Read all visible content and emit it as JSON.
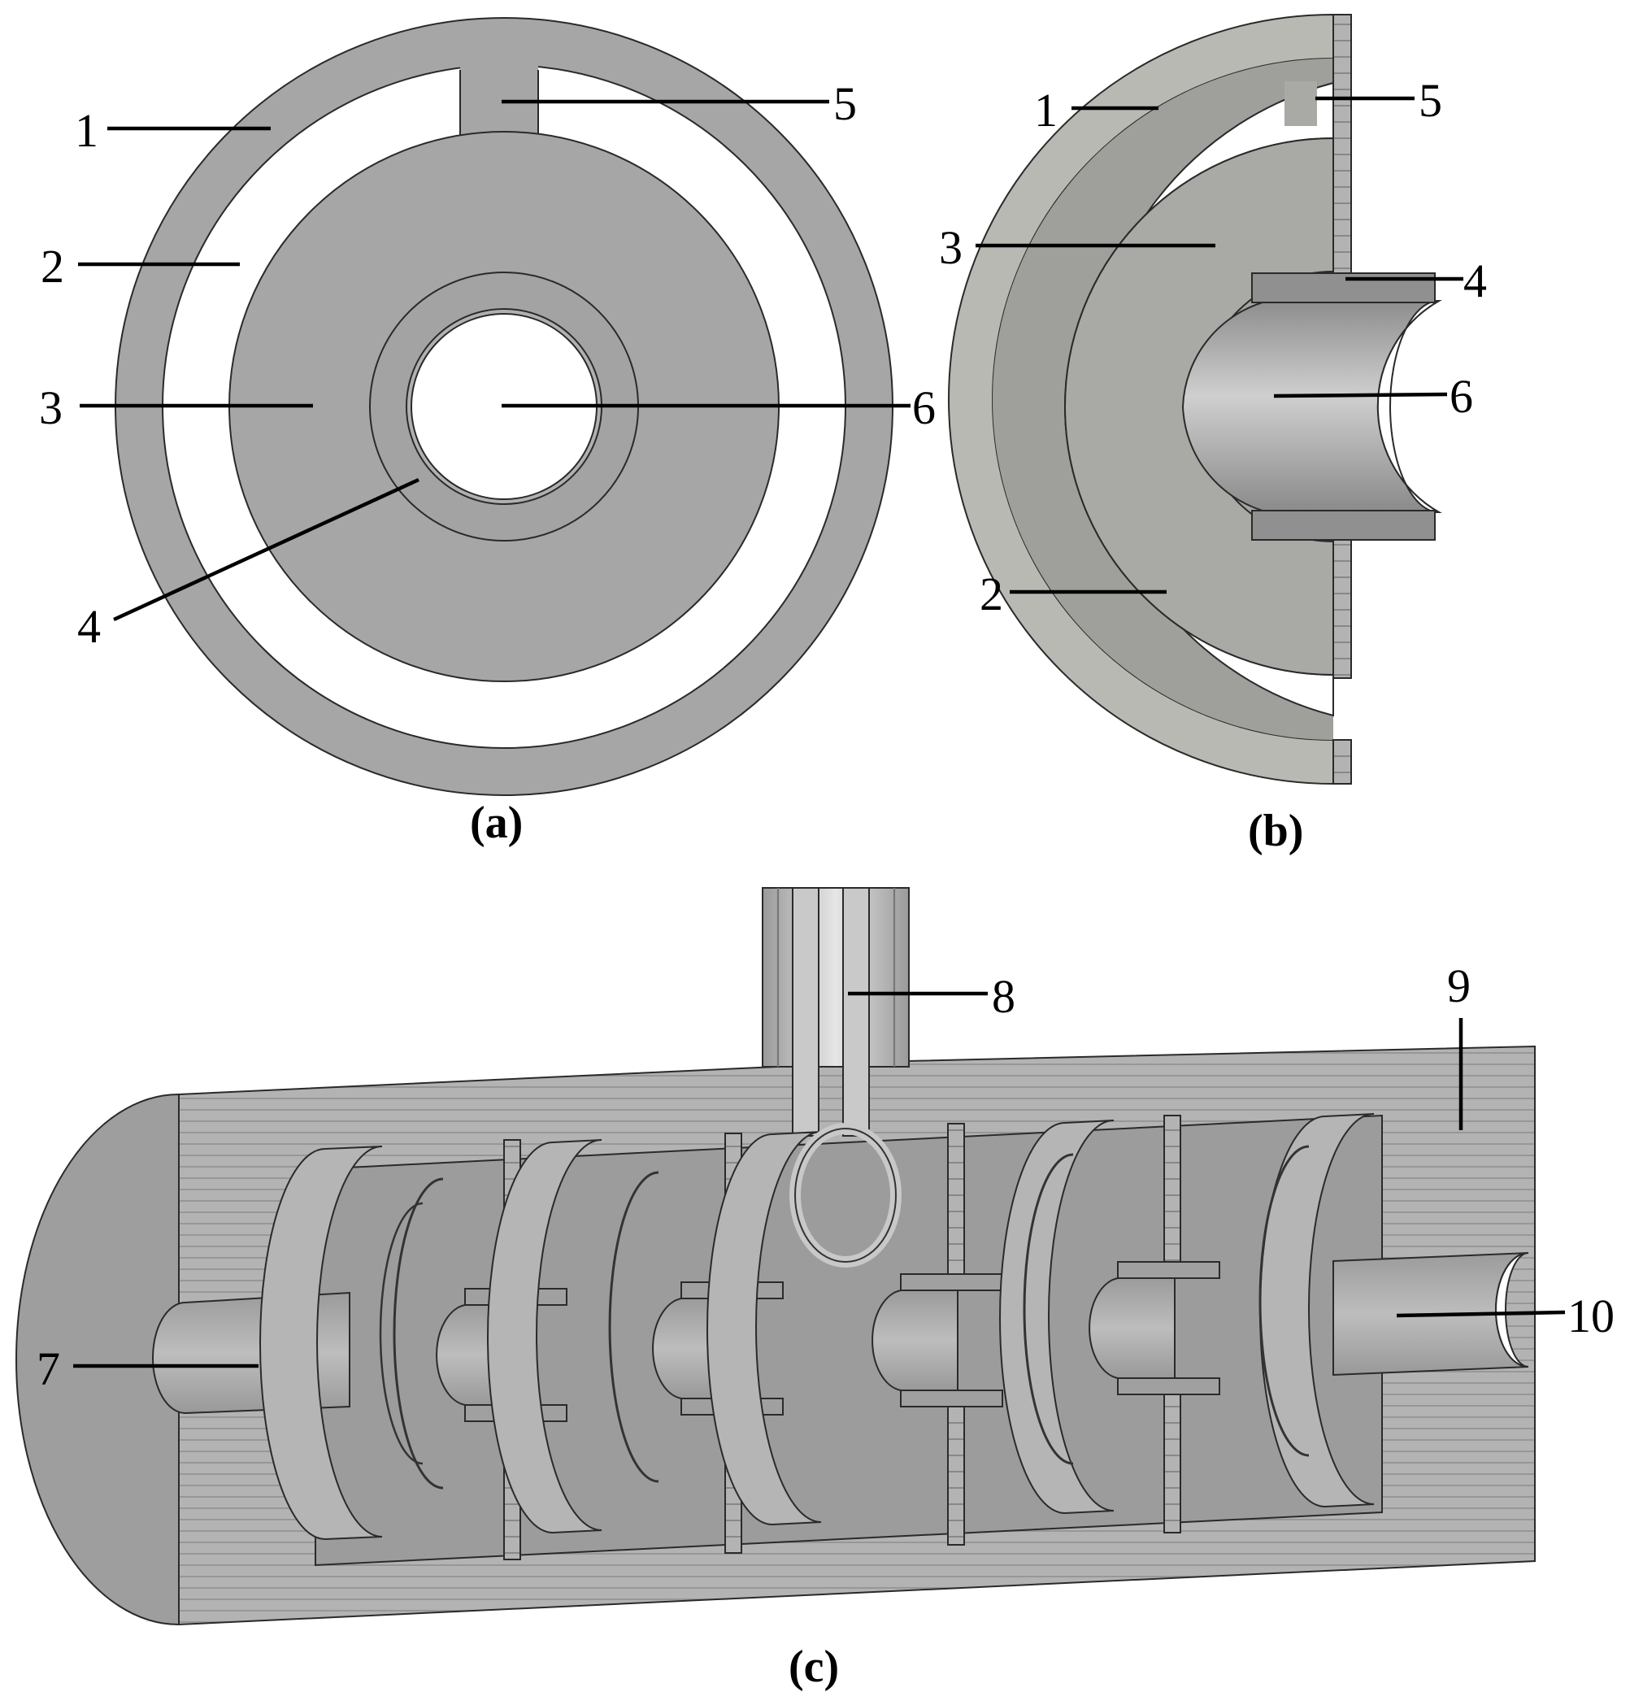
{
  "panels": {
    "a": {
      "caption": "(a)",
      "callouts": [
        "1",
        "2",
        "3",
        "4",
        "5",
        "6"
      ]
    },
    "b": {
      "caption": "(b)",
      "callouts": [
        "1",
        "2",
        "3",
        "4",
        "5",
        "6"
      ]
    },
    "c": {
      "caption": "(c)",
      "callouts": [
        "7",
        "8",
        "9",
        "10"
      ]
    }
  },
  "colors": {
    "metal": "#a6a6a6",
    "metal_dark": "#8c8c8c",
    "metal_light": "#c3c3c3",
    "section_hatch": "#b4b4b4",
    "line": "#000000",
    "background": "#ffffff"
  }
}
